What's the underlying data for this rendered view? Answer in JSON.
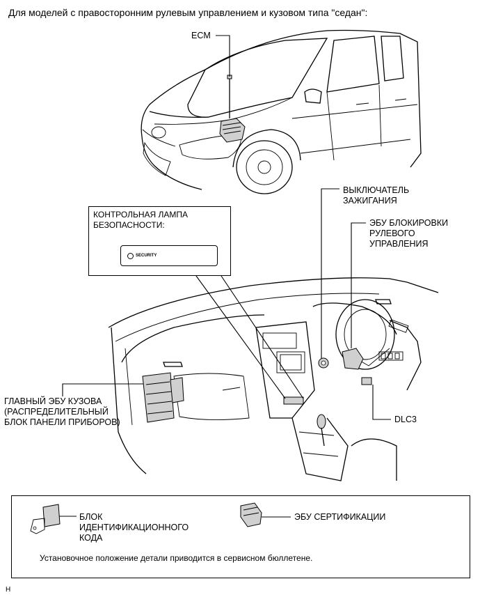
{
  "caption": "Для моделей с правосторонним рулевым управлением и кузовом типа \"седан\":",
  "labels": {
    "ecm": "ECM",
    "ignition_switch": "ВЫКЛЮЧАТЕЛЬ\nЗАЖИГАНИЯ",
    "steering_lock_ecu": "ЭБУ БЛОКИРОВКИ\nРУЛЕВОГО\nУПРАВЛЕНИЯ",
    "main_body_ecu": "ГЛАВНЫЙ ЭБУ КУЗОВА\n(РАСПРЕДЕЛИТЕЛЬНЫЙ\nБЛОК ПАНЕЛИ ПРИБОРОВ)",
    "dlc3": "DLC3"
  },
  "security_lamp": {
    "title": "КОНТРОЛЬНАЯ ЛАМПА\nБЕЗОПАСНОСТИ:",
    "panel_text": "SECURITY"
  },
  "legend": {
    "id_code_box": "БЛОК\nИДЕНТИФИКАЦИОННОГО\nКОДА",
    "certification_ecu": "ЭБУ СЕРТИФИКАЦИИ",
    "note": "Установочное положение детали приводится в сервисном бюллетене."
  },
  "corner_mark": "H"
}
